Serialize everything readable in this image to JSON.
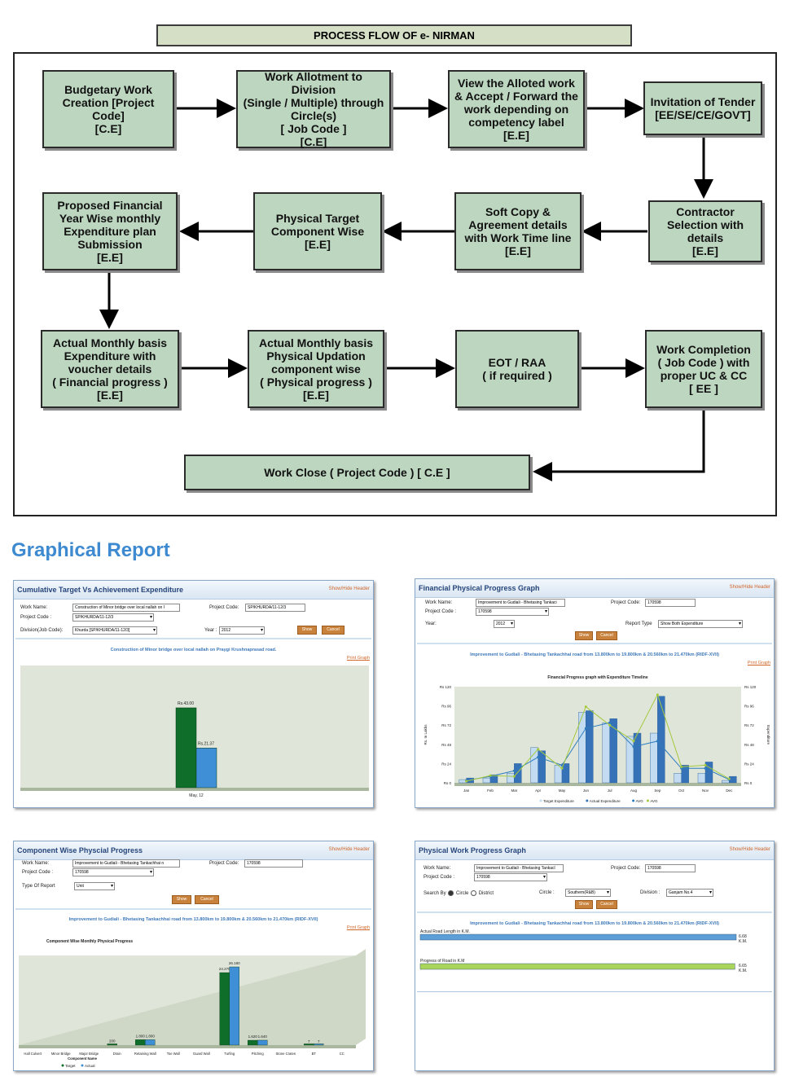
{
  "flow": {
    "title": "PROCESS FLOW OF e- NIRMAN",
    "nodes": {
      "n1": "Budgetary Work\nCreation [Project\nCode]\n[C.E]",
      "n2": "Work Allotment to Division\n(Single / Multiple) through\nCircle(s)\n[ Job Code ]\n[C.E]",
      "n3": "View the Alloted work\n& Accept / Forward the\nwork depending on\ncompetency label\n[E.E]",
      "n4": "Invitation of Tender\n[EE/SE/CE/GOVT]",
      "n5": "Contractor\nSelection with\ndetails\n[E.E]",
      "n6": "Soft Copy &\nAgreement details\nwith Work Time line\n[E.E]",
      "n7": "Physical Target\nComponent Wise\n[E.E]",
      "n8": "Proposed Financial\nYear Wise monthly\nExpenditure plan\nSubmission\n[E.E]",
      "n9": "Actual Monthly basis\nExpenditure with\nvoucher details\n( Financial progress )\n[E.E]",
      "n10": "Actual Monthly basis\nPhysical Updation\ncomponent wise\n( Physical progress )\n[E.E]",
      "n11": "EOT / RAA\n( if required )",
      "n12": "Work Completion\n( Job Code ) with\nproper UC & CC\n[ EE ]",
      "n13": "Work Close ( Project Code ) [ C.E ]"
    }
  },
  "graphical_report_title": "Graphical Report",
  "panels": {
    "p1": {
      "title": "Cumulative Target Vs Achievement Expenditure",
      "show_hide": "Show/Hide Header",
      "work_name_label": "Work Name:",
      "work_name_value": "Construction of Minor bridge over local nallah on I",
      "project_code_label": "Project Code:",
      "project_code_value": "SP/KHURDA/11-12/3",
      "project_code_label2": "Project Code :",
      "project_code_select": "SP/KHURDA/11-12/3",
      "division_label": "Division(Job Code):",
      "division_value": "Khurda [SP/KHURDA/11-12/3]",
      "year_label": "Year :",
      "year_value": "2012",
      "show": "Show",
      "cancel": "Cancel",
      "subtitle": "Construction of Minor bridge over local nallah on Praygi Krushnaprasad road.",
      "print": "Print Graph"
    },
    "p2": {
      "title": "Financial Physical Progress Graph",
      "show_hide": "Show/Hide Header",
      "work_name_label": "Work Name:",
      "work_name_value": "Improvement to Gudiali - Bhetasing Tankaci",
      "project_code_label": "Project Code:",
      "project_code_value": "170598",
      "project_code_label2": "Project Code :",
      "project_code_select": "170598",
      "year_label": "Year:",
      "year_value": "2012",
      "report_type_label": "Report Type",
      "report_type_value": "Show Both Expenditure",
      "show": "Show",
      "cancel": "Cancel",
      "subtitle": "Improvement to Gudiali - Bhetasing Tankachhai road from 13.800km to 19.800km & 20.560km to 21.470km (RIDF-XVII)",
      "print": "Print Graph"
    },
    "p3": {
      "title": "Component Wise Physcial Progress",
      "show_hide": "Show/Hide Header",
      "work_name_label": "Work Name:",
      "work_name_value": "Improvement to Gudiali - Bhetasing Tankachhai n",
      "project_code_label": "Project Code:",
      "project_code_value": "170598",
      "project_code_label2": "Project Code :",
      "project_code_select": "170598",
      "report_type_label": "Type Of Report",
      "report_type_value": "Unit",
      "show": "Show",
      "cancel": "Cancel",
      "subtitle": "Improvement to Gudiali - Bhetasing Tankachhai road from 13.800km to 19.800km & 20.560km to 21.470km (RIDF-XVII)",
      "print": "Print Graph"
    },
    "p4": {
      "title": "Physical Work Progress Graph",
      "show_hide": "Show/Hide Header",
      "work_name_label": "Work Name:",
      "work_name_value": "Improvement to Gudiali - Bhetasing Tankacl",
      "project_code_label": "Project Code:",
      "project_code_value": "170598",
      "project_code_label2": "Project Code :",
      "project_code_select": "170598",
      "search_by_label": "Search By",
      "circle_option": "Circle",
      "district_option": "District",
      "circle_label": "Circle :",
      "circle_value": "Southern(R&B)",
      "division_label": "Division :",
      "division_value": "Ganjam No.4",
      "show": "Show",
      "cancel": "Cancel",
      "subtitle": "Improvement to Gudiali - Bhetasing Tankachhai road from 13.800km to 19.800km & 20.560km to 21.470km (RIDF-XVII)"
    }
  },
  "chart_data": [
    {
      "type": "bar",
      "categories": [
        "May, 12"
      ],
      "series": [
        {
          "values": [
            43.0
          ],
          "labels": [
            "Rs.43.00"
          ],
          "color": "#0e6e2a"
        },
        {
          "values": [
            21.37
          ],
          "labels": [
            "Rs.21.37"
          ],
          "color": "#3f8fd6"
        }
      ],
      "ylim": [
        0,
        50
      ]
    },
    {
      "type": "bar",
      "title": "Financial Progress graph with Expenditure Timeline",
      "ylabel": "Rs. In Lakhs",
      "ylabel_right": "Expenditure",
      "categories": [
        "Jan",
        "Feb",
        "Mar",
        "Apr",
        "May",
        "Jun",
        "Jul",
        "Aug",
        "Sep",
        "Oct",
        "Nov",
        "Dec"
      ],
      "y_ticks": [
        "Rs 0",
        "Rs 24",
        "Rs 48",
        "Rs 72",
        "Rs 96",
        "Rs 120"
      ],
      "ylim": [
        0,
        120
      ],
      "series": [
        {
          "name": "Target Expenditure",
          "values": [
            4,
            6,
            12,
            44,
            22,
            88,
            75,
            58,
            62,
            12,
            12,
            3
          ],
          "color": "#c3dcf2"
        },
        {
          "name": "Actual Expenditure",
          "values": [
            6,
            10,
            24,
            40,
            24,
            90,
            80,
            62,
            108,
            22,
            26,
            8
          ],
          "color": "#3672b8"
        }
      ],
      "lines": [
        {
          "name": "AVG",
          "values": [
            3,
            8,
            15,
            32,
            22,
            68,
            75,
            45,
            52,
            18,
            18,
            4
          ],
          "color": "#2e7bbe"
        },
        {
          "name": "AVG",
          "values": [
            2,
            9,
            8,
            42,
            18,
            95,
            72,
            52,
            110,
            20,
            22,
            5
          ],
          "color": "#a4c93c"
        }
      ]
    },
    {
      "type": "bar",
      "title": "Component Wise Monthly Physical Progress",
      "xlabel": "Component Name",
      "categories": [
        "Hall Culvert",
        "Minor Bridge",
        "Major Bridge",
        "Drain",
        "Retaining Wall",
        "Toe Wall",
        "Guard Wall",
        "Turfing",
        "Pitching",
        "Stone Crates",
        "BT",
        "CC"
      ],
      "series": [
        {
          "name": "Target",
          "values": [
            0,
            0,
            0,
            200,
            1800,
            0,
            0,
            24270,
            1620,
            0,
            7,
            0
          ],
          "labels": [
            "",
            "",
            "",
            "200",
            "1.800",
            "",
            "",
            "24.270",
            "1.620",
            "",
            "7",
            ""
          ],
          "color": "#0e6e2a"
        },
        {
          "name": "Actual",
          "values": [
            0,
            0,
            0,
            0,
            1800,
            0,
            0,
            26180,
            1640,
            0,
            7,
            0
          ],
          "labels": [
            "",
            "",
            "",
            "",
            "1.800",
            "",
            "",
            "26.180",
            "1.640",
            "",
            "7",
            ""
          ],
          "color": "#3f8fd6"
        }
      ],
      "ylim": [
        0,
        30000
      ]
    },
    {
      "type": "bar",
      "orientation": "horizontal",
      "categories": [
        "Actual Road Length in K.M.",
        "Progress of Road in K.M"
      ],
      "values": [
        6.68,
        6.65
      ],
      "labels": [
        "6.68\nK.M.",
        "6.65\nK.M."
      ],
      "colors": [
        "#5c9ed8",
        "#a9d65a"
      ],
      "xlim": [
        0,
        6.68
      ]
    }
  ]
}
